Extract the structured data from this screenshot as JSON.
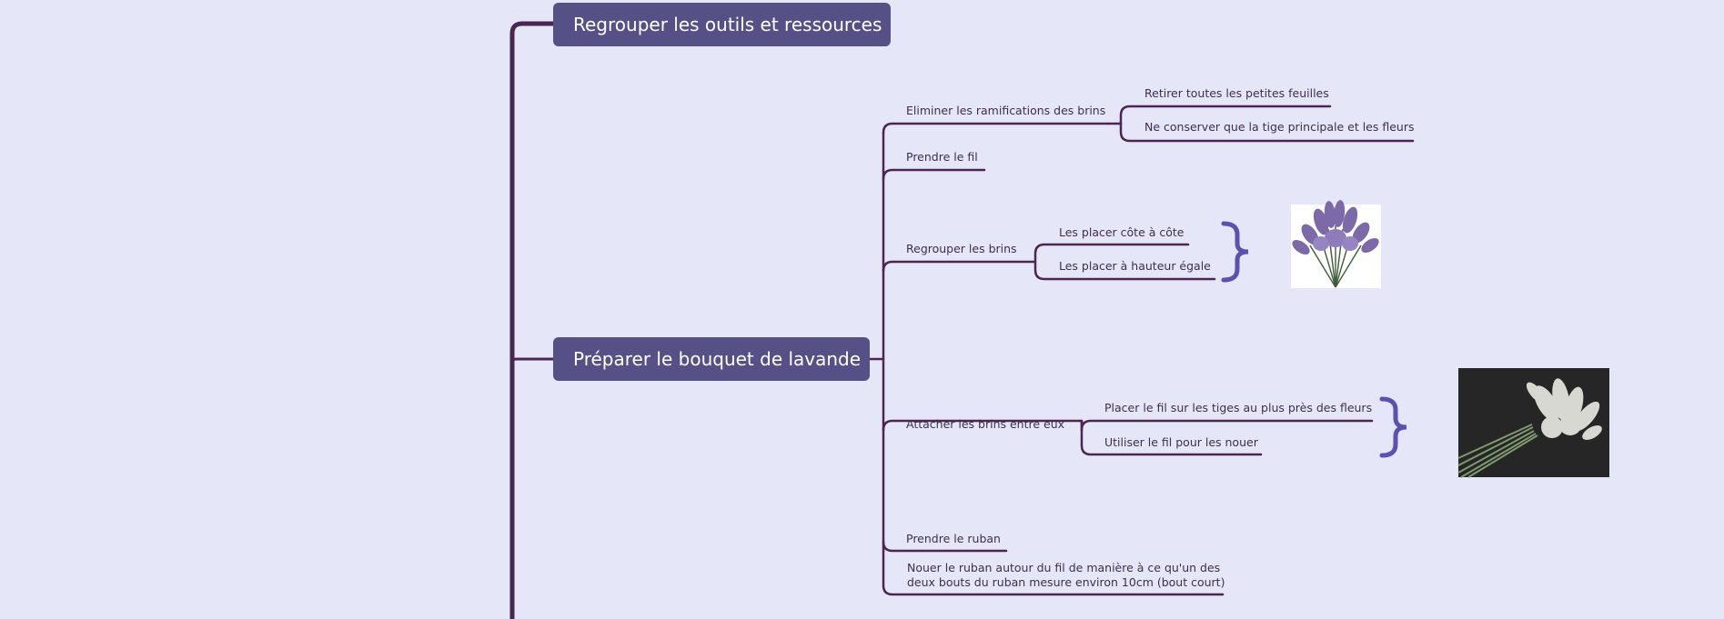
{
  "colors": {
    "background": "#e6e6f9",
    "topic_fill": "#555187",
    "topic_text": "#ffffff",
    "line": "#4a2650",
    "label_text": "#3d2f4c",
    "brace": "#5b52b0"
  },
  "topics": {
    "tools": "Regrouper les outils et ressources",
    "bouquet": "Préparer le bouquet de lavande"
  },
  "branches": {
    "eliminate": {
      "label": "Eliminer les ramifications des brins",
      "children": [
        "Retirer toutes les petites feuilles",
        "Ne conserver que la tige principale et les fleurs"
      ]
    },
    "take_wire": {
      "label": "Prendre le fil"
    },
    "group": {
      "label": "Regrouper les brins",
      "children": [
        "Les placer côte à côte",
        "Les placer à hauteur égale"
      ]
    },
    "attach": {
      "label": "Attacher les brins entre eux",
      "children": [
        "Placer le fil sur les tiges au plus près des fleurs",
        "Utiliser le fil pour les nouer"
      ]
    },
    "take_ribbon": {
      "label": "Prendre le ruban"
    },
    "tie_ribbon": {
      "label": "Nouer le ruban autour du fil de manière à ce qu'un des deux bouts du ruban mesure environ 10cm (bout court)"
    }
  },
  "icons": {
    "brace": "curly-brace",
    "image_1": "lavender-bouquet-photo",
    "image_2": "tied-lavender-bundle-photo"
  }
}
